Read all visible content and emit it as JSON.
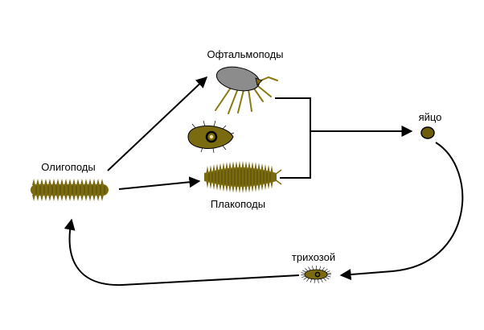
{
  "labels": {
    "oligopods": "Олигоподы",
    "ophthalmopods": "Офтальмоподы",
    "placopods": "Плакоподы",
    "egg": "яйцо",
    "trichozoid": "трихозой"
  },
  "colors": {
    "body_olive": "#7a6a10",
    "body_olive_dark": "#3c3406",
    "mite_gray": "#8c8c8c",
    "egg_olive": "#6e5e0c",
    "line": "#000000"
  },
  "icons": {
    "oligopod": "segmented-larva-icon",
    "ophthalmopod_adult": "mite-icon",
    "ophthalmopod_larva": "eyed-larva-icon",
    "placopod": "spiny-larva-icon",
    "egg": "egg-icon",
    "trichozoid": "hairy-larva-icon"
  }
}
